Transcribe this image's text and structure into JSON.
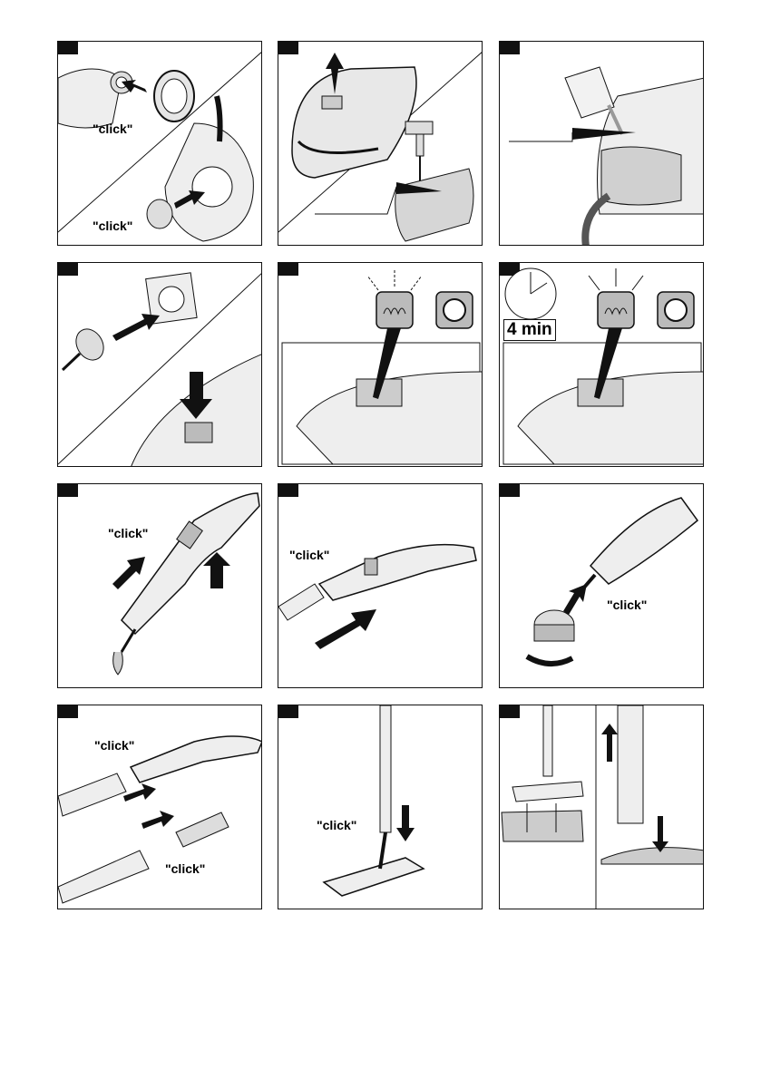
{
  "click_text": "\"click\"",
  "timer_text": "4 min",
  "colors": {
    "ink": "#111111",
    "body_gray": "#d6d6d6",
    "water_gray": "#bdbdbd",
    "light": "#ececec"
  },
  "panels": [
    {
      "id": 1,
      "icons": [
        "plug-cap-icon",
        "hose-connector-icon"
      ]
    },
    {
      "id": 2,
      "icons": [
        "steam-cleaner-icon",
        "tap-icon"
      ]
    },
    {
      "id": 3,
      "icons": [
        "water-jug-icon",
        "steam-cleaner-icon"
      ]
    },
    {
      "id": 4,
      "icons": [
        "power-plug-icon",
        "socket-icon",
        "switch-icon"
      ]
    },
    {
      "id": 5,
      "icons": [
        "heater-lamp-icon",
        "steam-lamp-icon"
      ]
    },
    {
      "id": 6,
      "icons": [
        "clock-icon",
        "heater-lamp-icon",
        "steam-lamp-icon"
      ]
    },
    {
      "id": 7,
      "icons": [
        "steam-gun-icon",
        "lock-button-icon"
      ]
    },
    {
      "id": 8,
      "icons": [
        "steam-gun-icon",
        "extension-tube-icon"
      ]
    },
    {
      "id": 9,
      "icons": [
        "steam-gun-icon",
        "round-brush-icon"
      ]
    },
    {
      "id": 10,
      "icons": [
        "steam-gun-icon",
        "extension-tube-icon"
      ]
    },
    {
      "id": 11,
      "icons": [
        "floor-nozzle-icon"
      ]
    },
    {
      "id": 12,
      "icons": [
        "floor-cloth-icon",
        "floor-nozzle-icon"
      ]
    }
  ]
}
